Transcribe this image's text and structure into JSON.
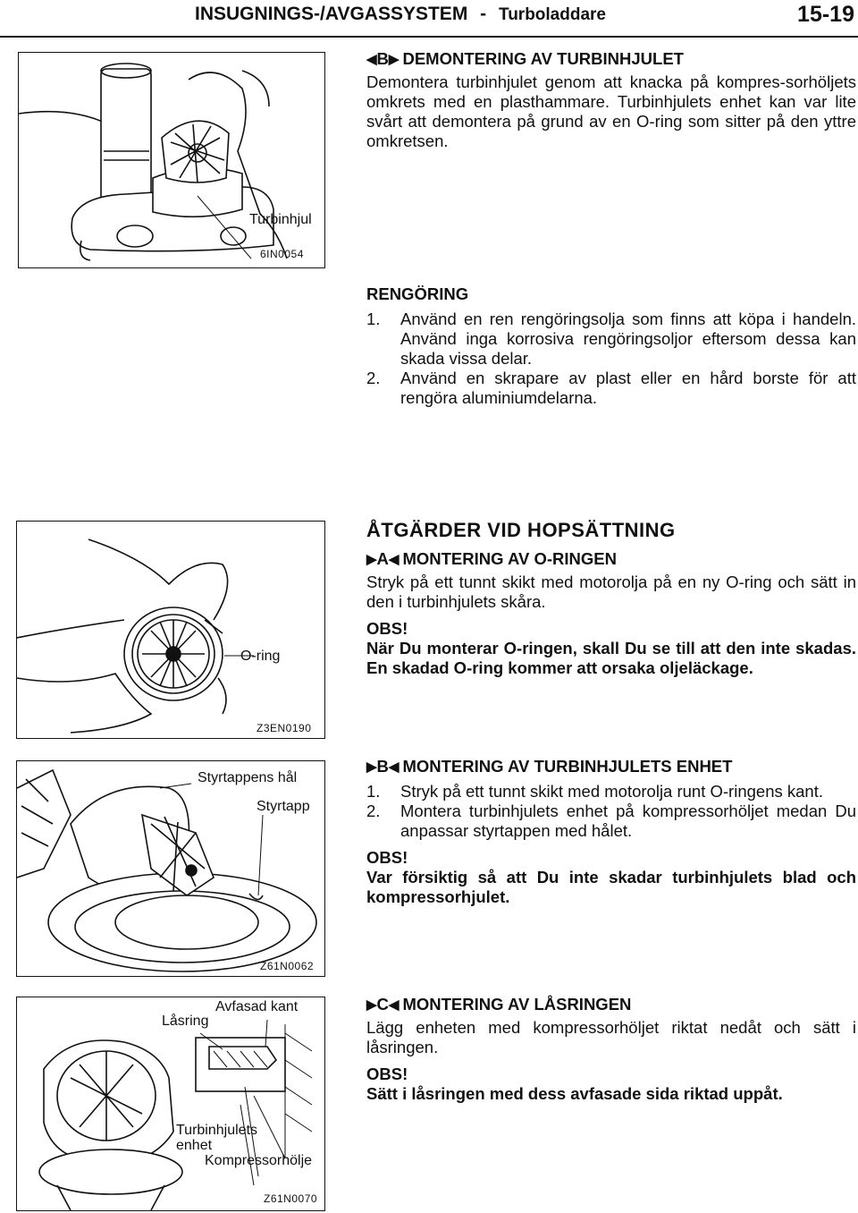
{
  "header": {
    "title": "INSUGNINGS-/AVGASSYSTEM",
    "separator": "-",
    "subtitle": "Turboladdare",
    "page": "15-19"
  },
  "figures": {
    "fig1": {
      "label": "Turbinhjul",
      "code": "6IN0054"
    },
    "fig2": {
      "label": "O-ring",
      "code": "Z3EN0190"
    },
    "fig3": {
      "labels": [
        "Styrtappens hål",
        "Styrtapp"
      ],
      "code": "Z61N0062"
    },
    "fig4": {
      "labels": [
        "Avfasad kant",
        "Låsring",
        "Turbinhjulets",
        "enhet",
        "Kompressorhölje"
      ],
      "code": "Z61N0070"
    }
  },
  "section_b": {
    "marker": "B",
    "heading": "DEMONTERING AV TURBINHJULET",
    "text": "Demontera turbinhjulet genom att knacka på kompres-sorhöljets omkrets med en plasthammare. Turbinhjulets enhet kan var lite svårt att demontera på grund av en O-ring som sitter på den yttre omkretsen."
  },
  "rengoring": {
    "heading": "RENGÖRING",
    "items": [
      {
        "num": "1.",
        "text": "Använd en ren rengöringsolja som finns att köpa i handeln. Använd inga korrosiva rengöringsoljor eftersom dessa kan skada vissa delar."
      },
      {
        "num": "2.",
        "text": "Använd en skrapare av plast eller en hård borste för att rengöra aluminiumdelarna."
      }
    ]
  },
  "atgarder": {
    "heading": "ÅTGÄRDER VID HOPSÄTTNING"
  },
  "section_a": {
    "marker": "A",
    "heading": "MONTERING AV O-RINGEN",
    "text": "Stryk på ett tunnt skikt med motorolja på en ny O-ring och sätt in den i turbinhjulets skåra.",
    "obs_label": "OBS!",
    "obs_text": "När Du monterar O-ringen, skall Du se till att den inte skadas. En skadad O-ring kommer att orsaka oljeläckage."
  },
  "section_b2": {
    "marker": "B",
    "heading": "MONTERING AV TURBINHJULETS ENHET",
    "items": [
      {
        "num": "1.",
        "text": "Stryk på ett tunnt skikt med motorolja runt O-ringens kant."
      },
      {
        "num": "2.",
        "text": "Montera turbinhjulets enhet på kompressorhöljet medan Du anpassar styrtappen med hålet."
      }
    ],
    "obs_label": "OBS!",
    "obs_text": "Var försiktig så att Du inte skadar turbinhjulets blad och kompressorhjulet."
  },
  "section_c": {
    "marker": "C",
    "heading": "MONTERING AV LÅSRINGEN",
    "text": "Lägg enheten med kompressorhöljet riktat nedåt och sätt i låsringen.",
    "obs_label": "OBS!",
    "obs_text": "Sätt i låsringen med dess avfasade sida riktad uppåt."
  },
  "icons": {
    "left_triangle": "triangle-left-icon",
    "right_triangle": "triangle-right-icon"
  }
}
